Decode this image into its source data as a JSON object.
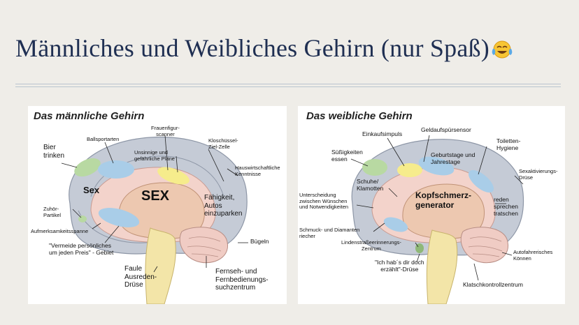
{
  "slide": {
    "title": "Männliches und Weibliches Gehirn (nur Spaß)",
    "emoji": "tears-of-joy-emoji"
  },
  "left_panel": {
    "title": "Das männliche Gehirn",
    "labels": {
      "bier": "Bier\ntrinken",
      "ballsport": "Ballsportarten",
      "frauenfigur": "Frauenfigur-\nscanner",
      "unsinnige": "Unsinnige und\ngefährliche Pläne",
      "kloschuessel": "Kloschüssel-\nZiel-Zelle",
      "hauswirt": "Hauswirtschaftliche\nKenntnisse",
      "sex_small": "Sex",
      "sex_big": "SEX",
      "faehigkeit": "Fähigkeit,\nAutos\neinzuparken",
      "zuhoer": "Zuhör-\nPartikel",
      "aufmerksam": "Aufmerksamkeitsspanne",
      "vermeide": "\"Vermeide persönliches\num jeden Preis\" - Gebiet",
      "buegeln": "Bügeln",
      "faule": "Faule\nAusreden-\nDrüse",
      "fernseh": "Fernseh- und\nFernbedienungs-\nsuchzentrum"
    }
  },
  "right_panel": {
    "title": "Das weibliche Gehirn",
    "labels": {
      "einkauf": "Einkaufsimpuls",
      "geldauf": "Geldaufspürsensor",
      "toiletten": "Toiletten-\nHygiene",
      "suess": "Süßigkeiten\nessen",
      "geburtstage": "Geburtstage und\nJahrestage",
      "sexaktiv": "Sexaktivierungs-\nDrüse",
      "schuhe": "Schuhe/\nKlamotten",
      "kopfschmerz": "Kopfschmerz-\ngenerator",
      "unterscheidung": "Unterscheidung\nzwischen Wünschen\nund Notwendigkeiten",
      "reden": "reden\nsprechen\ntratschen",
      "schmuck": "Schmuck- und Diamanten\nriecher",
      "linden": "Lindenstraßeerinnerungs-\nZentrum",
      "ichhab": "\"Ich hab´s dir doch\nerzählt\"-Drüse",
      "autofahr": "Autofahrerisches\nKönnen",
      "klatsch": "Klatschkontrollzentrum"
    }
  },
  "colors": {
    "title": "#1f2f52",
    "background": "#efede8",
    "brain_outer": "#c5cbd6",
    "brain_inner": "#f3d3cb",
    "center": "#edc8b0",
    "green": "#b8d9a2",
    "blue": "#a9cde8",
    "yellow": "#f6ec8c",
    "stem": "#f3e5a8"
  }
}
